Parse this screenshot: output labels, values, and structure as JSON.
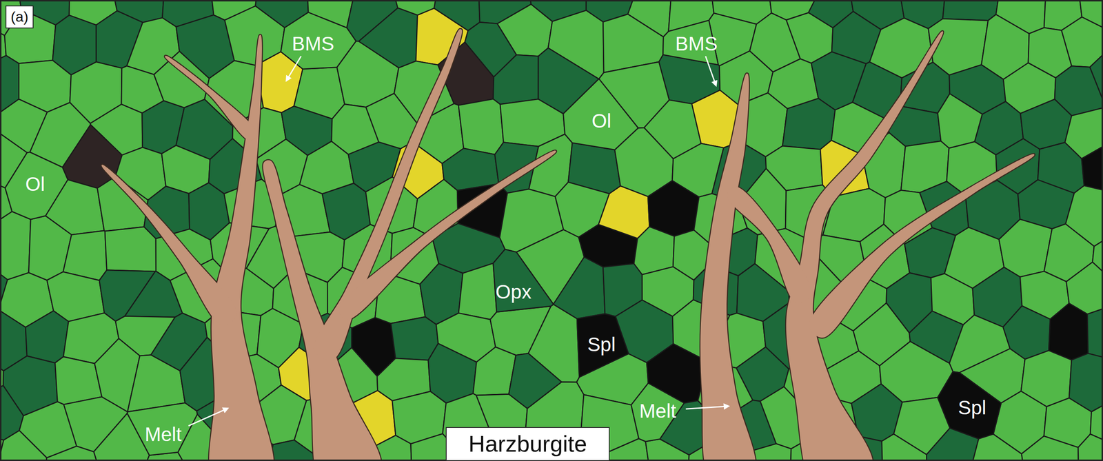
{
  "diagram": {
    "nodes": [
      {
        "text": [
          "(a)"
        ]
      },
      {
        "text": [
          "Harzburgite"
        ]
      }
    ],
    "labels": [
      "BMS",
      "BMS",
      "Ol",
      "Ol",
      "Opx",
      "Spl",
      "Spl",
      "Melt",
      "Melt"
    ]
  }
}
